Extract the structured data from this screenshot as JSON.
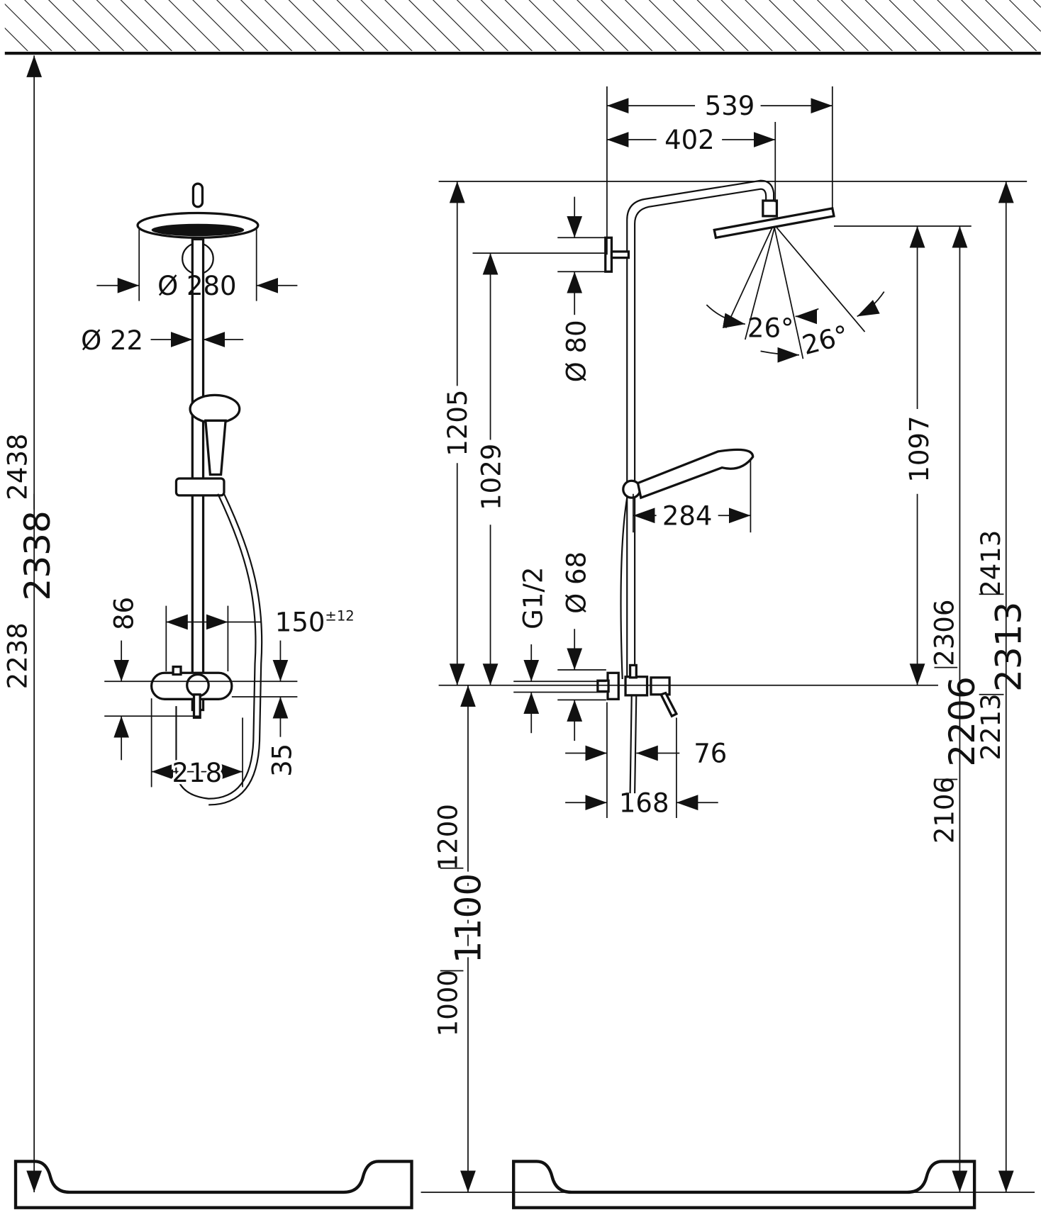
{
  "drawing": {
    "front_view": {
      "diameter_head": "Ø 280",
      "diameter_pipe": "Ø 22",
      "height_max": "2438",
      "height_nominal": "2338",
      "height_min": "2238",
      "mixer_height": "86",
      "centres": "150",
      "centres_tolerance": "±12",
      "offset": "35",
      "mixer_width": "218"
    },
    "side_view": {
      "projection_total": "539",
      "projection_arm": "402",
      "wall_bracket_diameter": "Ø 80",
      "height_arm": "1205",
      "height_bracket": "1029",
      "spray_angle_1": "26°",
      "spray_angle_2": "26°",
      "handshower_length": "284",
      "head_to_mixer": "1097",
      "connection_thread": "G1/2",
      "mixer_diameter": "Ø 68",
      "mixer_depth": "76",
      "mixer_projection": "168",
      "head_height_max": "2306",
      "head_height_nominal": "2206",
      "head_height_min": "2106",
      "arm_height_max": "2413",
      "arm_height_nominal": "2313",
      "arm_height_min": "2213",
      "mixer_height_max": "1200",
      "mixer_height_nominal": "1100",
      "mixer_height_min": "1000"
    }
  }
}
